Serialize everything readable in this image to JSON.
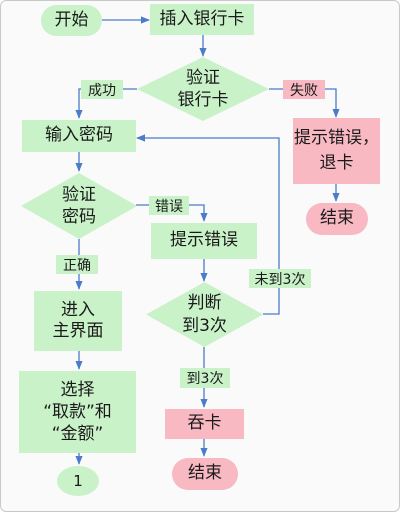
{
  "colors": {
    "green": "#c9f2c9",
    "pink": "#f8b9c3",
    "arrow": "#4a7cc9"
  },
  "nodes": {
    "start": "开始",
    "insert_card": "插入银行卡",
    "verify_card": "验证\n银行卡",
    "enter_password": "输入密码",
    "verify_password": "验证\n密码",
    "prompt_error": "提示错误",
    "judge": "判断\n到3次",
    "main_screen": "进入\n主界面",
    "choose": "选择\n“取款”和\n“金额”",
    "connector": "1",
    "prompt_error_return": "提示错误，\n退卡",
    "end_right": "结束",
    "swallow_card": "吞卡",
    "end_bottom": "结束"
  },
  "edges": {
    "success": "成功",
    "fail": "失败",
    "error": "错误",
    "correct": "正确",
    "not_three": "未到3次",
    "reached_three": "到3次"
  }
}
